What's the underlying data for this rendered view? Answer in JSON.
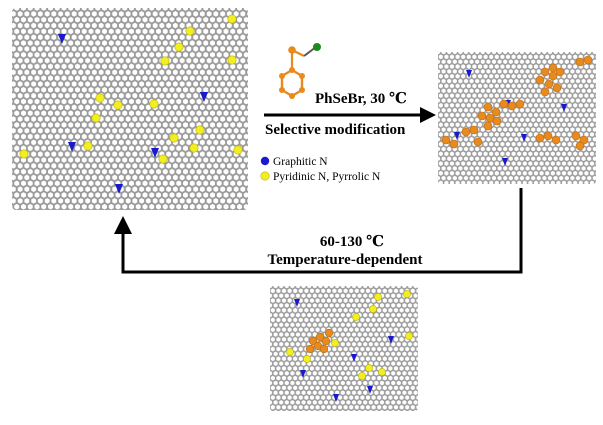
{
  "reaction": {
    "reagent": "PhSeBr, 30 ℃",
    "description": "Selective modification",
    "reverse_conditions": "60-130 ℃",
    "reverse_description": "Temperature-dependent"
  },
  "legend": [
    {
      "label": "Graphitic N",
      "color": "#1a1acc"
    },
    {
      "label": "Pyridinic N, Pyrrolic N",
      "color": "#f2ee22"
    }
  ],
  "colors": {
    "carbon": "#9a9a9a",
    "graphitic_n": "#1a1acc",
    "pyridinic_n": "#f2ee22",
    "phse_group": "#e98a1e",
    "bromine": "#1d8a1d",
    "arrow": "#000000"
  },
  "sheets": [
    {
      "id": "pristine",
      "graphitic_n_count": 5,
      "edge_n_count": 16,
      "phse_groups": 0
    },
    {
      "id": "modified",
      "graphitic_n_count": 6,
      "edge_n_count": 0,
      "phse_groups": 7
    },
    {
      "id": "recovered",
      "graphitic_n_count": 6,
      "edge_n_count": 11,
      "phse_groups": 1
    }
  ]
}
